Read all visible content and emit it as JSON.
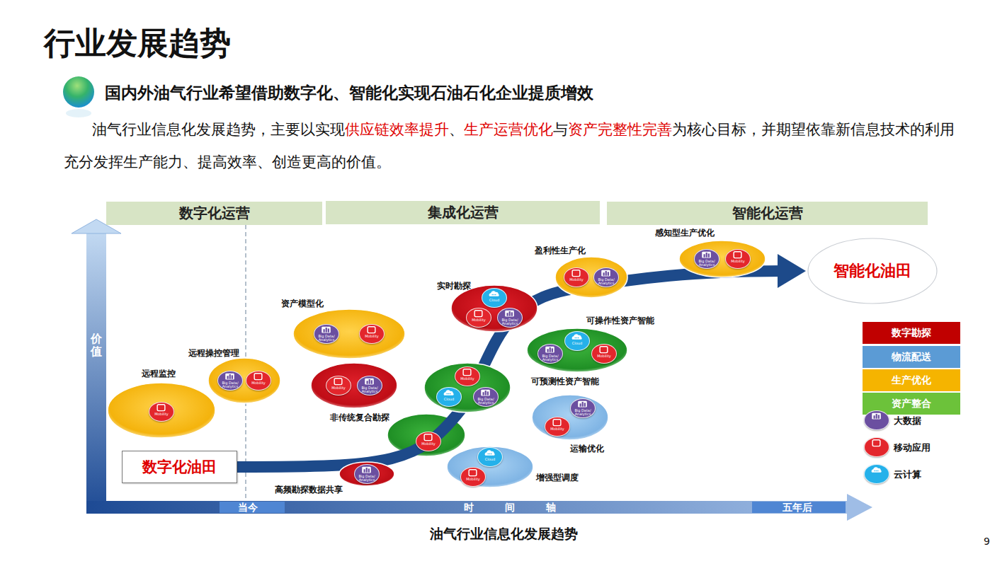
{
  "diagram": {
    "title": "行业发展趋势",
    "caption": "油气行业信息化发展趋势",
    "nodes": [
      {
        "text": [
          "数字化运营"
        ]
      },
      {
        "text": [
          "集成化运营"
        ]
      },
      {
        "text": [
          "智能化运营"
        ]
      },
      {
        "text": [
          "远程监控"
        ]
      },
      {
        "text": [
          "Mobility"
        ],
        "in": 3
      },
      {
        "text": [
          "远程操控管理"
        ]
      },
      {
        "text": [
          "Big Data/ Analytics"
        ],
        "in": 5
      },
      {
        "text": [
          "Mobility"
        ],
        "in": 5
      },
      {
        "text": [
          "资产模型化"
        ]
      },
      {
        "text": [
          "Big Data/ Analytics"
        ],
        "in": 8
      },
      {
        "text": [
          "Mobility"
        ],
        "in": 8
      },
      {
        "text": [
          "非传统复合勘探"
        ]
      },
      {
        "text": [
          "Mobility"
        ],
        "in": 11
      },
      {
        "text": [
          "Big Data/ Analytics"
        ],
        "in": 11
      },
      {
        "text": [
          "实时勘探"
        ]
      },
      {
        "text": [
          "Cloud"
        ],
        "in": 14
      },
      {
        "text": [
          "Mobility"
        ],
        "in": 14
      },
      {
        "text": [
          "Big Data/ Analytics"
        ],
        "in": 14
      },
      {
        "text": [
          "盈利性生产化"
        ]
      },
      {
        "text": [
          "Mobility"
        ],
        "in": 18
      },
      {
        "text": [
          "Big Data/ Analytics"
        ],
        "in": 18
      },
      {
        "text": [
          "感知型生产优化"
        ]
      },
      {
        "text": [
          "Big Data/ Analytics"
        ],
        "in": 21
      },
      {
        "text": [
          "Mobility"
        ],
        "in": 21
      },
      {
        "text": [
          "可操作性资产智能"
        ]
      },
      {
        "text": [
          "Big Data/ Analytics"
        ],
        "in": 24
      },
      {
        "text": [
          "Cloud"
        ],
        "in": 24
      },
      {
        "text": [
          "Mobility"
        ],
        "in": 24
      },
      {
        "text": [
          "可预测性资产智能"
        ]
      },
      {
        "text": [
          "Mobility"
        ],
        "in": 28
      },
      {
        "text": [
          "Cloud"
        ],
        "in": 28
      },
      {
        "text": [
          "Big Data/ Analytics"
        ],
        "in": 28
      },
      {
        "text": [
          "Mobility"
        ]
      },
      {
        "text": [
          "运输优化"
        ]
      },
      {
        "text": [
          "Big Data/ Analytics"
        ],
        "in": 33
      },
      {
        "text": [
          "Mobility"
        ],
        "in": 33
      },
      {
        "text": [
          "增强型调度"
        ]
      },
      {
        "text": [
          "Cloud"
        ],
        "in": 36
      },
      {
        "text": [
          "Mobility"
        ],
        "in": 36
      },
      {
        "text": [
          "高频勘探数据共享"
        ]
      },
      {
        "text": [
          "Big Data/ Analytics"
        ],
        "in": 39
      },
      {
        "text": [
          "数字化油田"
        ]
      },
      {
        "text": [
          "智能化油田"
        ]
      }
    ],
    "edges": [
      {
        "from": 41,
        "to": 42,
        "arrow": "to"
      }
    ],
    "labels": [
      "国内外油气行业希望借助数字化、智能化实现石油石化企业提质增效",
      "油气行业信息化发展趋势，主要以实现",
      "供应链效率提升",
      "、",
      "生产运营优化",
      "与",
      "资产完整性完善",
      "为核心目标，并期望依靠新信息技术的利用充分发挥生产能力、提高效率、创造更高的价值。",
      "价值",
      "当今",
      "时间轴",
      "五年后",
      "9"
    ],
    "legend": [
      {
        "text": "数字勘探",
        "color": "#c00000"
      },
      {
        "text": "物流配送",
        "color": "#5b9bd5"
      },
      {
        "text": "生产优化",
        "color": "#f5b400"
      },
      {
        "text": "资产整合",
        "color": "#6cc23a"
      },
      {
        "text": "大数据"
      },
      {
        "text": "移动应用"
      },
      {
        "text": "云计算"
      }
    ]
  }
}
